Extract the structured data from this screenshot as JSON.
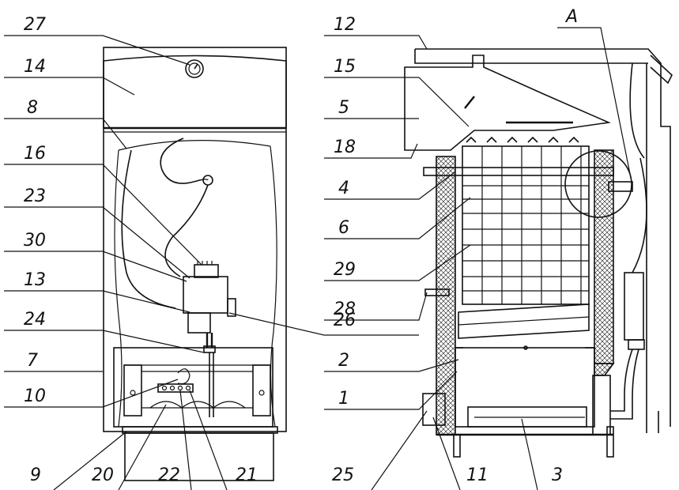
{
  "labels_left": [
    {
      "id": "27",
      "text": "27"
    },
    {
      "id": "14",
      "text": "14"
    },
    {
      "id": "8",
      "text": "8"
    },
    {
      "id": "16",
      "text": "16"
    },
    {
      "id": "23",
      "text": "23"
    },
    {
      "id": "30",
      "text": "30"
    },
    {
      "id": "13",
      "text": "13"
    },
    {
      "id": "24",
      "text": "24"
    },
    {
      "id": "7",
      "text": "7"
    },
    {
      "id": "10",
      "text": "10"
    }
  ],
  "labels_bottom_left": [
    {
      "id": "9",
      "text": "9"
    },
    {
      "id": "20",
      "text": "20"
    },
    {
      "id": "22",
      "text": "22"
    },
    {
      "id": "21",
      "text": "21"
    }
  ],
  "labels_middle": [
    {
      "id": "12",
      "text": "12"
    },
    {
      "id": "15",
      "text": "15"
    },
    {
      "id": "5",
      "text": "5"
    },
    {
      "id": "18",
      "text": "18"
    },
    {
      "id": "4",
      "text": "4"
    },
    {
      "id": "6",
      "text": "6"
    },
    {
      "id": "29",
      "text": "29"
    },
    {
      "id": "28",
      "text": "28"
    },
    {
      "id": "26",
      "text": "26"
    },
    {
      "id": "2",
      "text": "2"
    },
    {
      "id": "1",
      "text": "1"
    }
  ],
  "labels_bottom_right": [
    {
      "id": "25",
      "text": "25"
    },
    {
      "id": "11",
      "text": "11"
    },
    {
      "id": "3",
      "text": "3"
    }
  ],
  "label_detail": {
    "id": "A",
    "text": "A"
  }
}
